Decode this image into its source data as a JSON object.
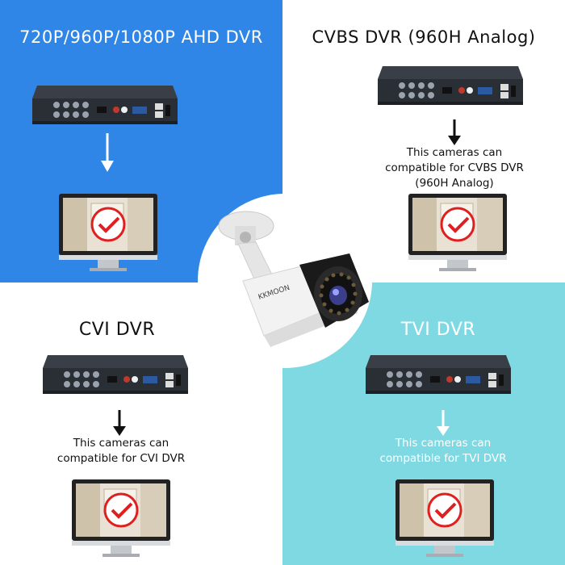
{
  "panels": {
    "ahd": {
      "title": "720P/960P/1080P AHD DVR",
      "bg": "#2f86e6",
      "text_color": "#ffffff"
    },
    "cvbs": {
      "title": "CVBS DVR (960H Analog)",
      "caption_lines": [
        "This cameras can",
        "compatible for CVBS DVR",
        "(960H Analog)"
      ],
      "text_color": "#111111"
    },
    "cvi": {
      "title": "CVI DVR",
      "caption_lines": [
        "This cameras can",
        "compatible for CVI DVR"
      ],
      "text_color": "#111111"
    },
    "tvi": {
      "title": "TVI DVR",
      "caption_lines": [
        "This cameras can",
        "compatible for TVI DVR"
      ],
      "bg": "#7fd9e3",
      "text_color": "#ffffff"
    }
  },
  "camera": {
    "brand": "KKMOON"
  },
  "icons": {
    "arrow": "down-arrow-icon",
    "check": "red-checkmark-icon"
  }
}
